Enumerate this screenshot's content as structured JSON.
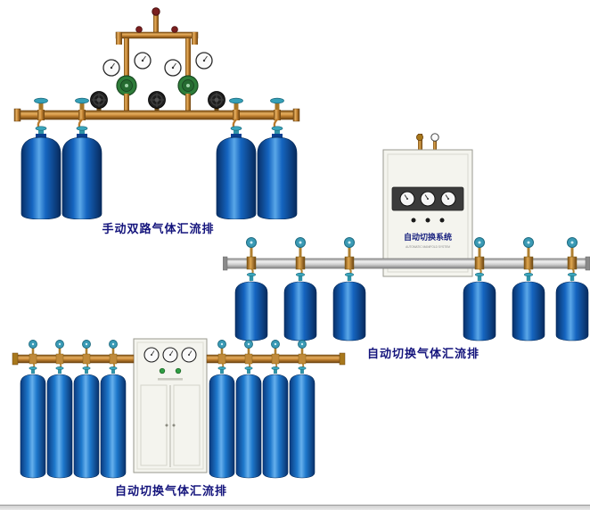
{
  "page": {
    "background": "#ffffff"
  },
  "colors": {
    "caption_text": "#14147c",
    "cylinder_blue": "#1565c0",
    "brass": "#c08a3a",
    "teal_valve": "#35a0b8",
    "cabinet": "#f4f4ee"
  },
  "figures": {
    "manual_dual_manifold": {
      "caption": "手动双路气体汇流排"
    },
    "auto_switch_wall_manifold": {
      "caption": "自动切换气体汇流排",
      "cabinet_label": "自动切换系统",
      "cabinet_sublabel": "AUTOMATIC MANIFOLD SYSTEM"
    },
    "auto_switch_floor_manifold": {
      "caption": "自动切换气体汇流排"
    }
  }
}
